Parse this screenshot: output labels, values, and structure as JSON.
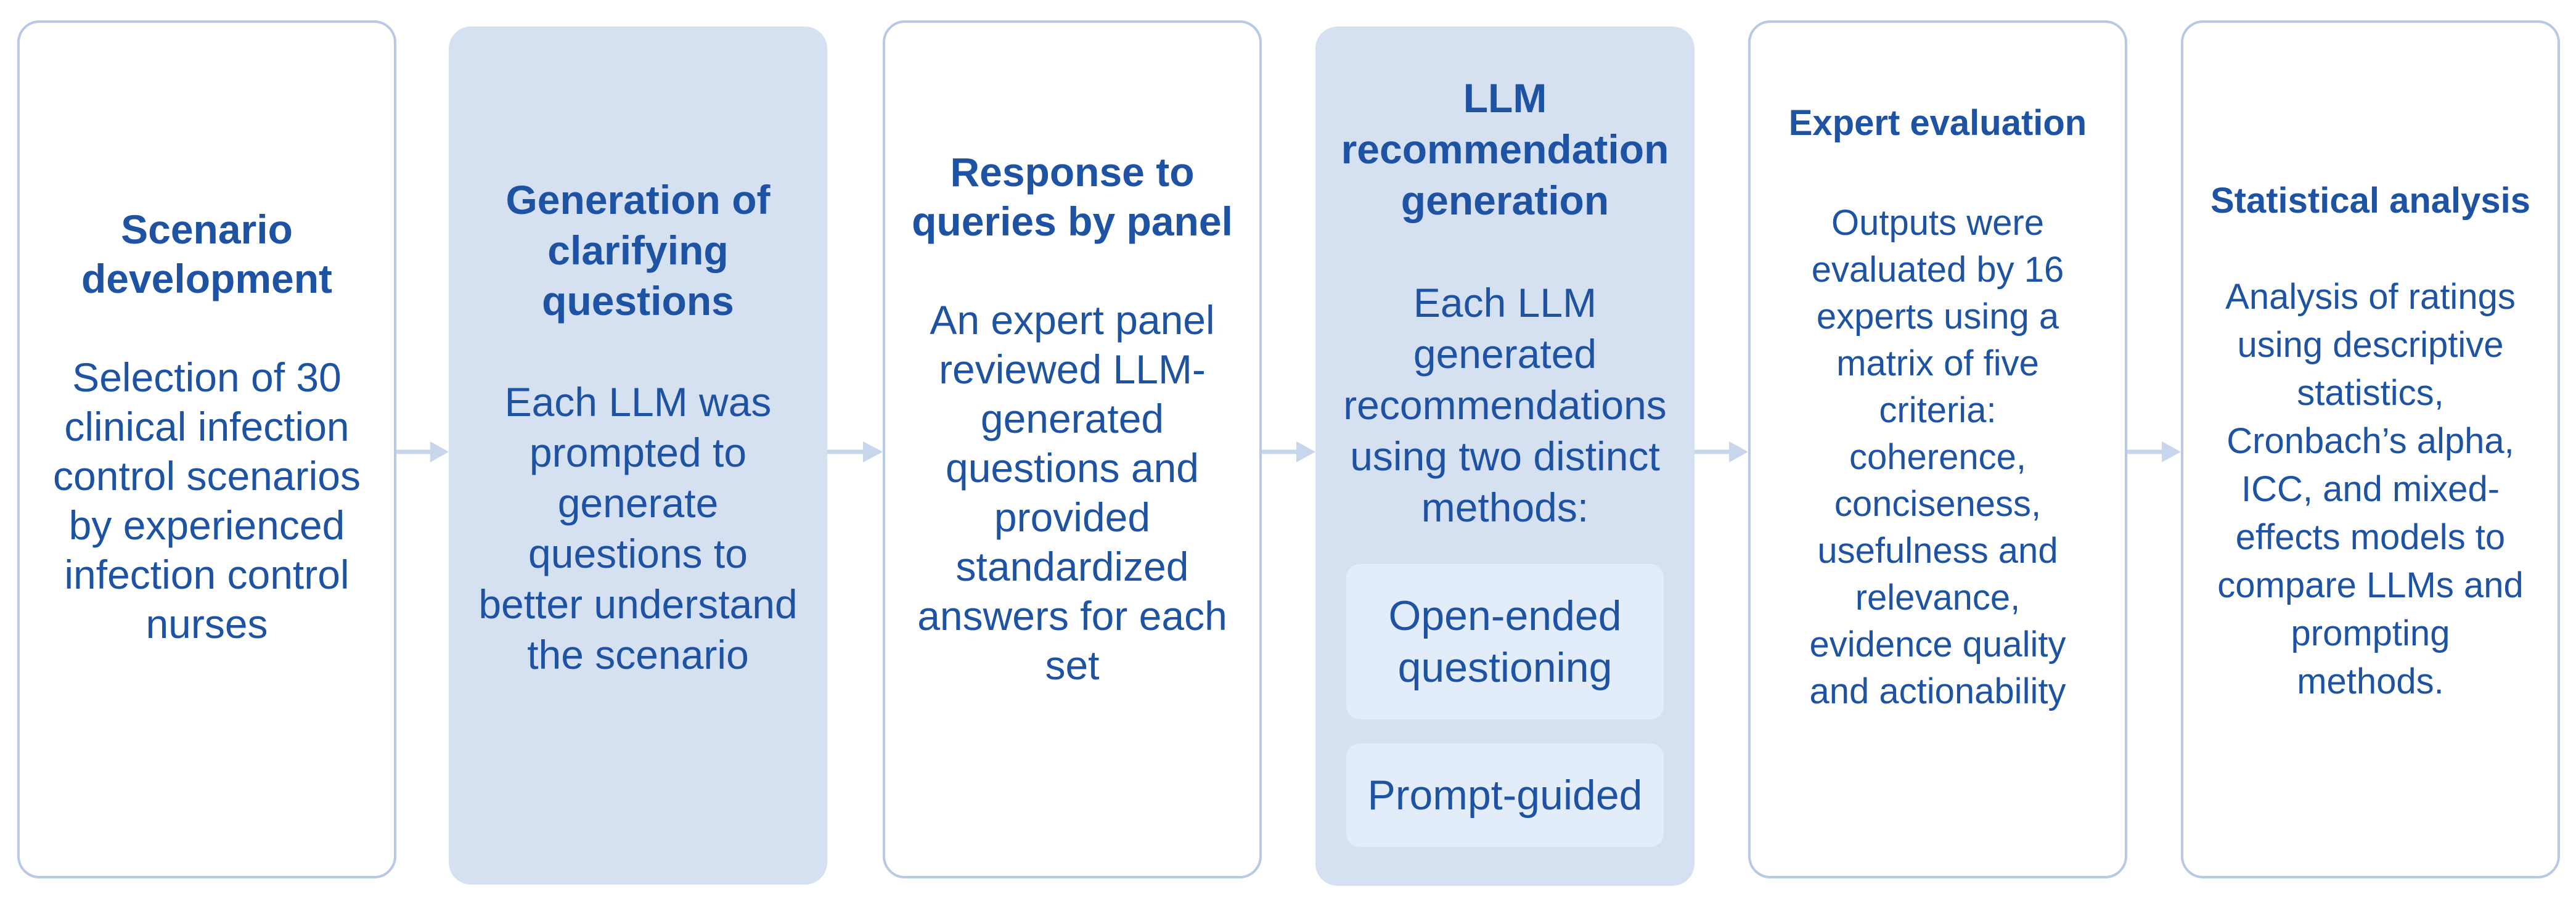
{
  "diagram": {
    "type": "flowchart",
    "direction": "left-to-right",
    "colors": {
      "text": "#1e52a2",
      "outline_box_border": "#b7c9e3",
      "filled_box_bg": "#d5e0f1",
      "method_box_bg": "#e3ecf9",
      "arrow": "#c8d6eb",
      "background": "#ffffff"
    },
    "steps": [
      {
        "id": "scenario-development",
        "variant": "outline",
        "title": "Scenario\ndevelopment",
        "body": "Selection of 30\nclinical infection\ncontrol scenarios\nby experienced\ninfection control\nnurses"
      },
      {
        "id": "generation-of-clarifying-questions",
        "variant": "filled",
        "title": "Generation of\nclarifying\nquestions",
        "body": "Each LLM was\nprompted to\ngenerate\nquestions to\nbetter understand\nthe scenario"
      },
      {
        "id": "response-to-queries-by-panel",
        "variant": "outline",
        "title": "Response to\nqueries by panel",
        "body": "An expert panel\nreviewed LLM-\ngenerated\nquestions and\nprovided\nstandardized\nanswers for each\nset"
      },
      {
        "id": "llm-recommendation-generation",
        "variant": "filled",
        "title": "LLM\nrecommendation\ngeneration",
        "body": "Each LLM\ngenerated\nrecommendations\nusing two distinct\nmethods:",
        "methods": [
          "Open-ended\nquestioning",
          "Prompt-guided"
        ]
      },
      {
        "id": "expert-evaluation",
        "variant": "outline",
        "title": "Expert evaluation",
        "body": "Outputs were\nevaluated by 16\nexperts using a\nmatrix of five\ncriteria:\ncoherence,\nconciseness,\nusefulness and\nrelevance,\nevidence quality\nand actionability"
      },
      {
        "id": "statistical-analysis",
        "variant": "outline",
        "title": "Statistical analysis",
        "body": "Analysis of ratings\nusing descriptive\nstatistics,\nCronbach’s alpha,\nICC, and mixed-\neffects models to\ncompare LLMs and\nprompting\nmethods."
      }
    ]
  }
}
